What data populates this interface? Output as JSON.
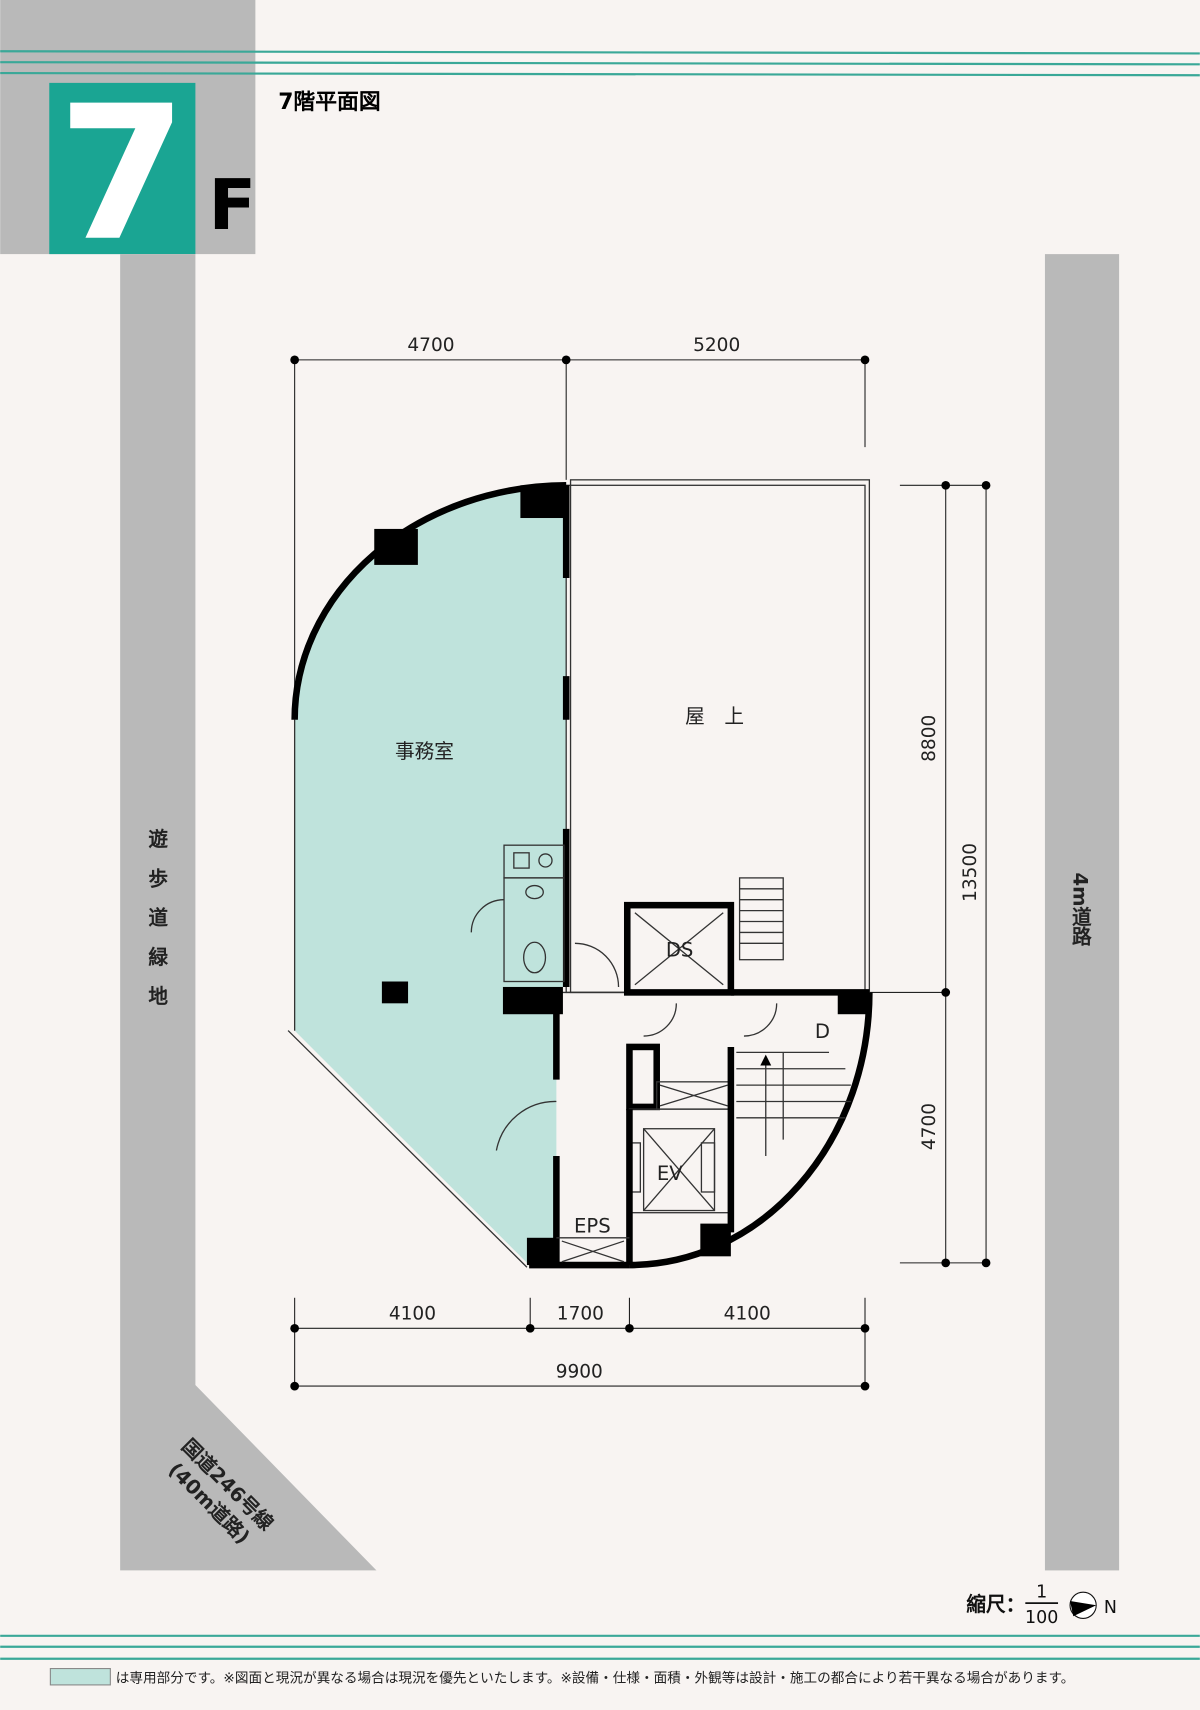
{
  "header": {
    "floor_number": "7",
    "floor_suffix": "F",
    "title": "7階平面図"
  },
  "surroundings": {
    "left_road": "遊歩道緑地",
    "right_road": "4m道路",
    "diagonal_road_line1": "国道246号線",
    "diagonal_road_line2": "(40m道路)"
  },
  "rooms": {
    "office": "事務室",
    "rooftop": "屋　上",
    "ds": "DS",
    "ev": "EV",
    "eps": "EPS",
    "d": "D"
  },
  "dimensions": {
    "top": [
      "4700",
      "5200"
    ],
    "right_inner": [
      "8800",
      "4700"
    ],
    "right_outer": "13500",
    "bottom": [
      "4100",
      "1700",
      "4100"
    ],
    "bottom_total": "9900"
  },
  "scale": {
    "label": "縮尺：",
    "numerator": "1",
    "denominator": "100",
    "north": "N"
  },
  "legend": {
    "text": "は専用部分です。※図面と現況が異なる場合は現況を優先といたします。※設備・仕様・面積・外観等は設計・施工の都合により若干異なる場合があります。"
  },
  "colors": {
    "accent": "#1aa593",
    "exclusive_area": "#bfe3dc",
    "road_gray": "#b9b9b9"
  }
}
